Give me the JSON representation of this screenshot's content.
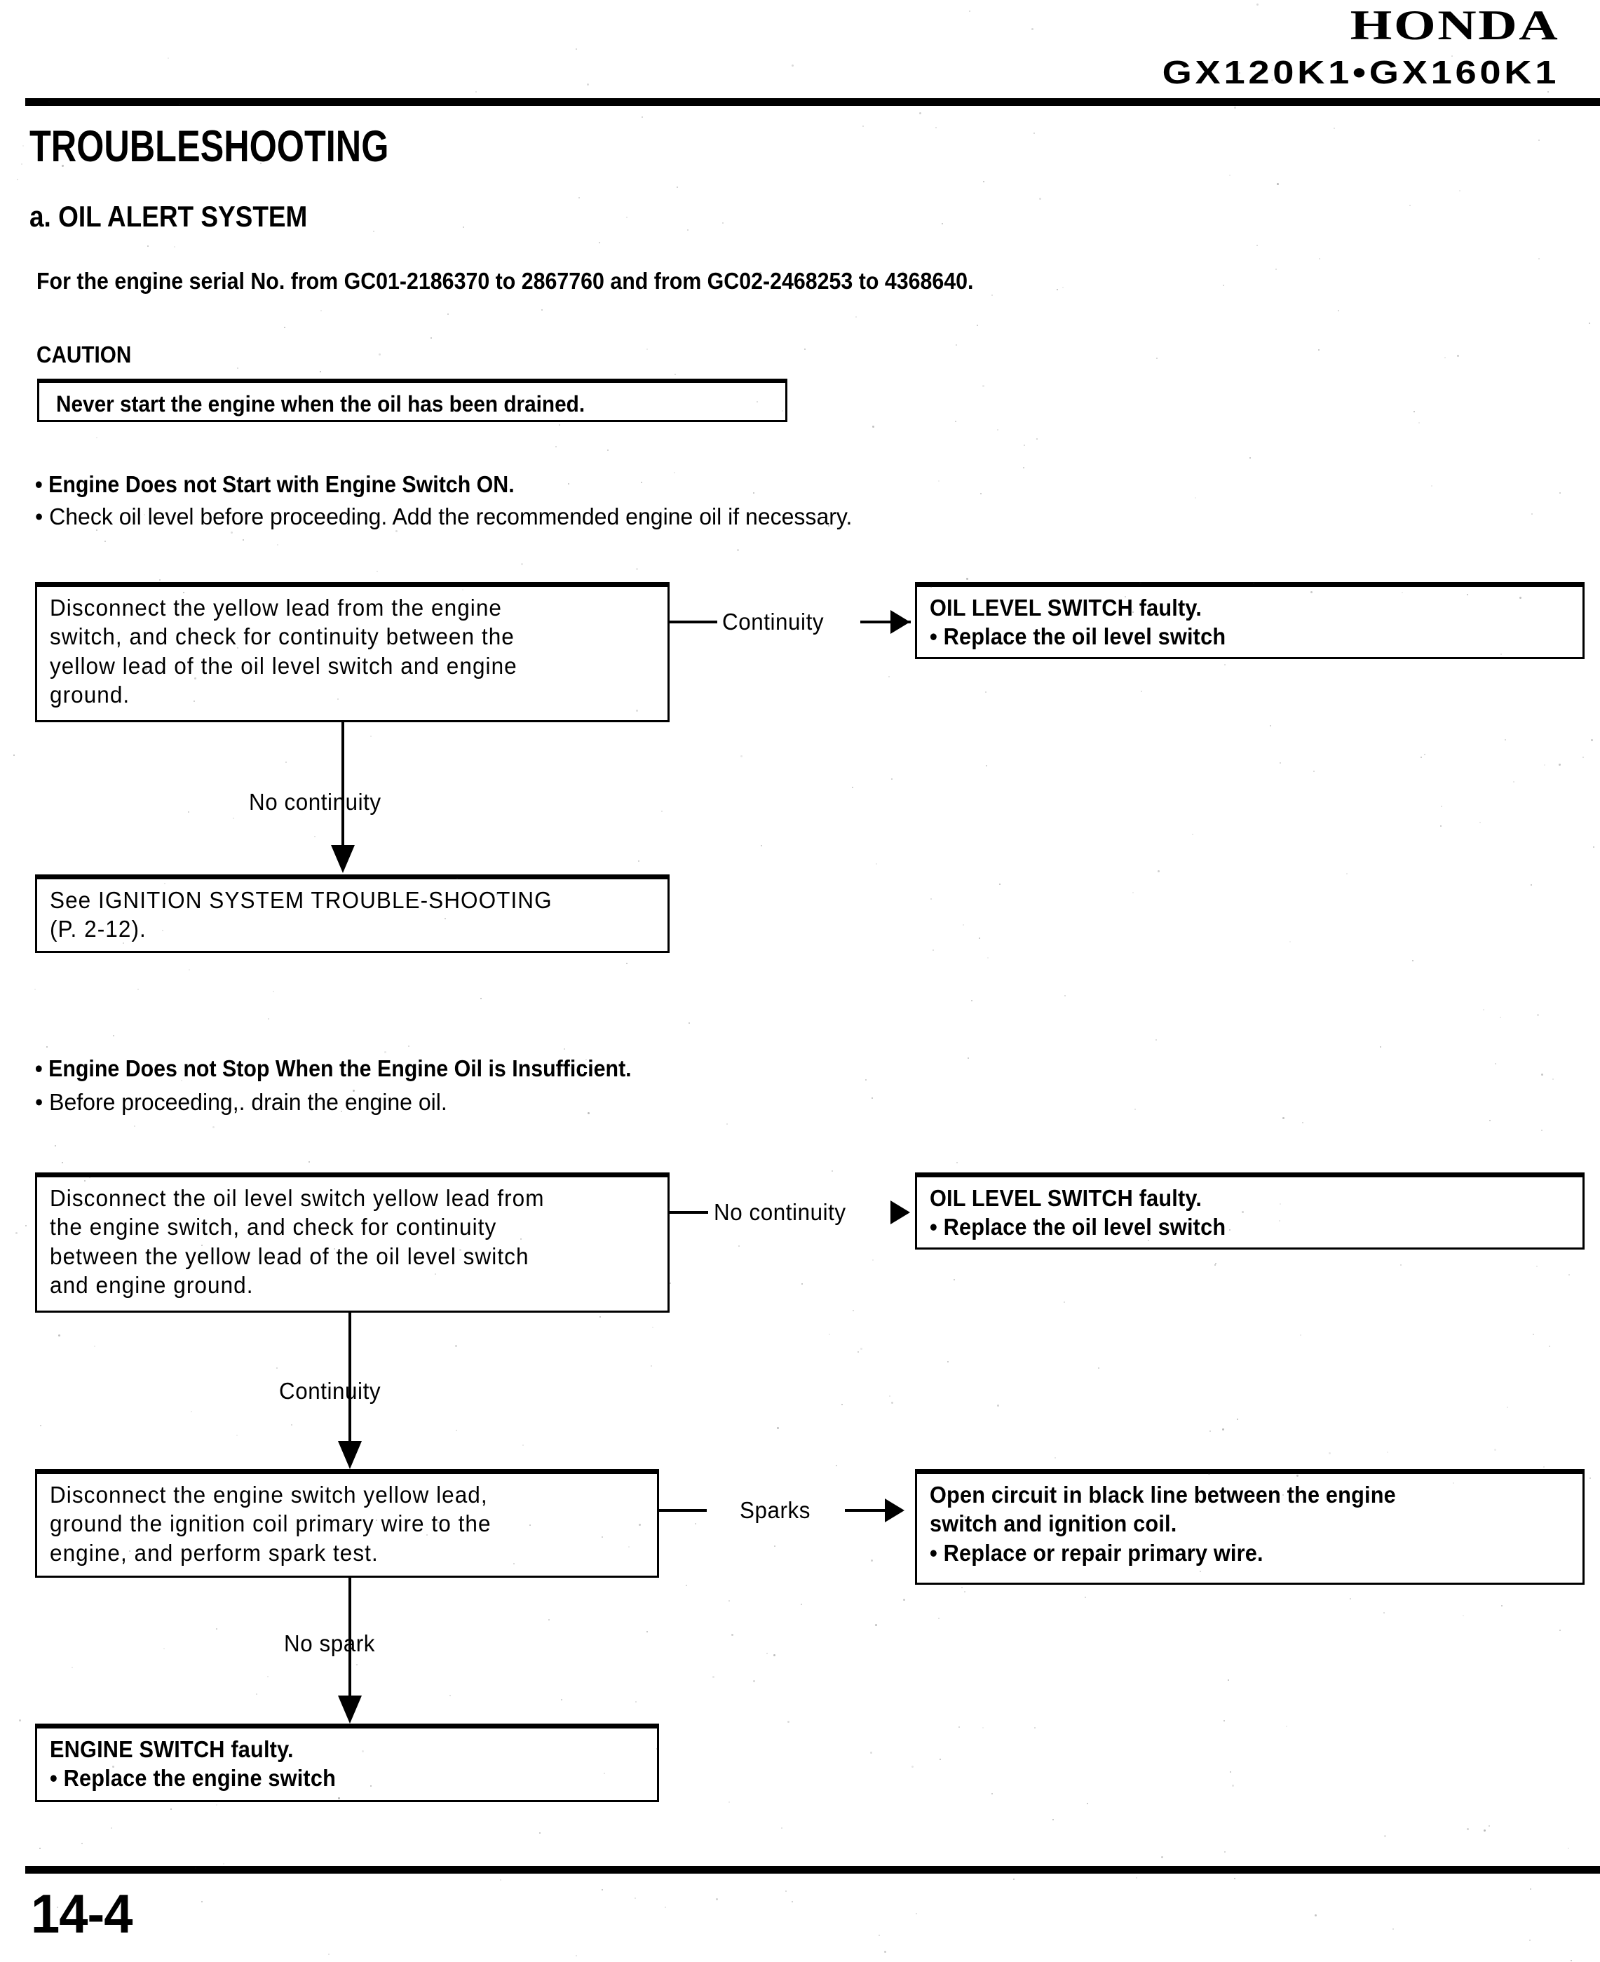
{
  "header": {
    "brand": "HONDA",
    "model": "GX120K1•GX160K1"
  },
  "section_title": "TROUBLESHOOTING",
  "sub_title": "a. OIL ALERT SYSTEM",
  "serial_note": "For the engine serial No. from GC01-2186370 to 2867760 and from GC02-2468253 to 4368640.",
  "caution": {
    "label": "CAUTION",
    "text": "Never start the engine when the oil has been drained."
  },
  "section1": {
    "bullets": [
      "• Engine Does not Start with Engine Switch ON.",
      "• Check oil level before proceeding. Add the recommended engine oil if necessary."
    ],
    "box1": [
      "Disconnect the yellow lead from the engine",
      "switch, and check for continuity between the",
      "yellow lead of the oil level switch and engine",
      "ground."
    ],
    "branch_right_label": "Continuity",
    "result1": [
      "OIL LEVEL SWITCH faulty.",
      "• Replace the oil level switch"
    ],
    "branch_down_label": "No continuity",
    "box2": [
      "See IGNITION SYSTEM TROUBLE-SHOOTING",
      "(P. 2-12)."
    ]
  },
  "section2": {
    "bullets": [
      "• Engine Does not Stop When the Engine Oil is Insufficient.",
      "• Before proceeding,. drain the engine oil."
    ],
    "box1": [
      "Disconnect the oil level switch yellow lead from",
      "the engine switch, and check for continuity",
      "between the yellow lead of the oil level switch",
      "and engine ground."
    ],
    "branch_right_label": "No continuity",
    "result1": [
      "OIL LEVEL SWITCH faulty.",
      "• Replace the oil level switch"
    ],
    "branch_down_label": "Continuity",
    "box2": [
      "Disconnect the engine switch yellow lead,",
      "ground the ignition coil primary wire to the",
      "engine, and perform spark test."
    ],
    "branch_right_label2": "Sparks",
    "result2": [
      "Open circuit in black line between the engine",
      "switch and ignition coil.",
      "• Replace or repair primary wire."
    ],
    "branch_down_label2": "No spark",
    "box3": [
      "ENGINE SWITCH faulty.",
      "• Replace the engine switch"
    ]
  },
  "page_number": "14-4"
}
